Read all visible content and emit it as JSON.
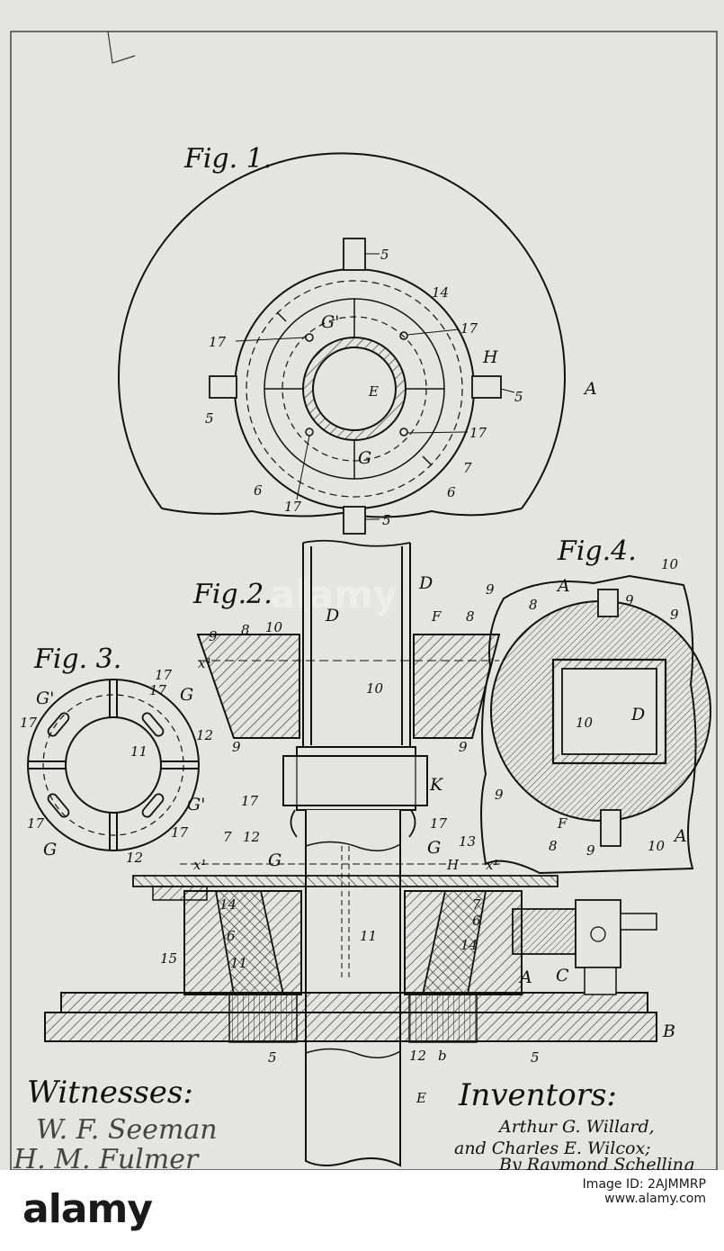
{
  "figures": {
    "fig1": "Fig. 1.",
    "fig2": "Fig.2.",
    "fig3": "Fig. 3.",
    "fig4": "Fig.4."
  },
  "witnesses": {
    "heading": "Witnesses:",
    "signatures": [
      "W. F. Seeman",
      "H. M. Fulmer"
    ]
  },
  "inventors": {
    "heading": "Inventors:",
    "line1": "Arthur G. Willard,",
    "line2": "and Charles E. Wilcox;",
    "line3": "By Raymond Schelling"
  },
  "watermark": "alamy",
  "footer": {
    "logo": "alamy",
    "line1": "Image ID: 2AJMMRP",
    "line2": "www.alamy.com"
  },
  "labels": {
    "fig1": {
      "A": "A",
      "E": "E",
      "H": "H",
      "G": "G",
      "G1": "G'",
      "n5": "5",
      "n6": "6",
      "n7": "7",
      "n14": "14",
      "n17": "17"
    },
    "fig2": {
      "D": "D",
      "F": "F",
      "K": "K",
      "G": "G",
      "H": "H",
      "A": "A",
      "B": "B",
      "C": "C",
      "E": "E",
      "b": "b",
      "x1": "x¹",
      "x4": "x⁴",
      "n5": "5",
      "n6": "6",
      "n7": "7",
      "n8": "8",
      "n9": "9",
      "n10": "10",
      "n11": "11",
      "n12": "12",
      "n13": "13",
      "n14": "14",
      "n15": "15",
      "n17": "17"
    },
    "fig3": {
      "G": "G",
      "G1": "G'",
      "n11": "11",
      "n12": "12",
      "n17": "17"
    },
    "fig4": {
      "A": "A",
      "D": "D",
      "F": "F",
      "n8": "8",
      "n9": "9",
      "n10": "10"
    }
  }
}
